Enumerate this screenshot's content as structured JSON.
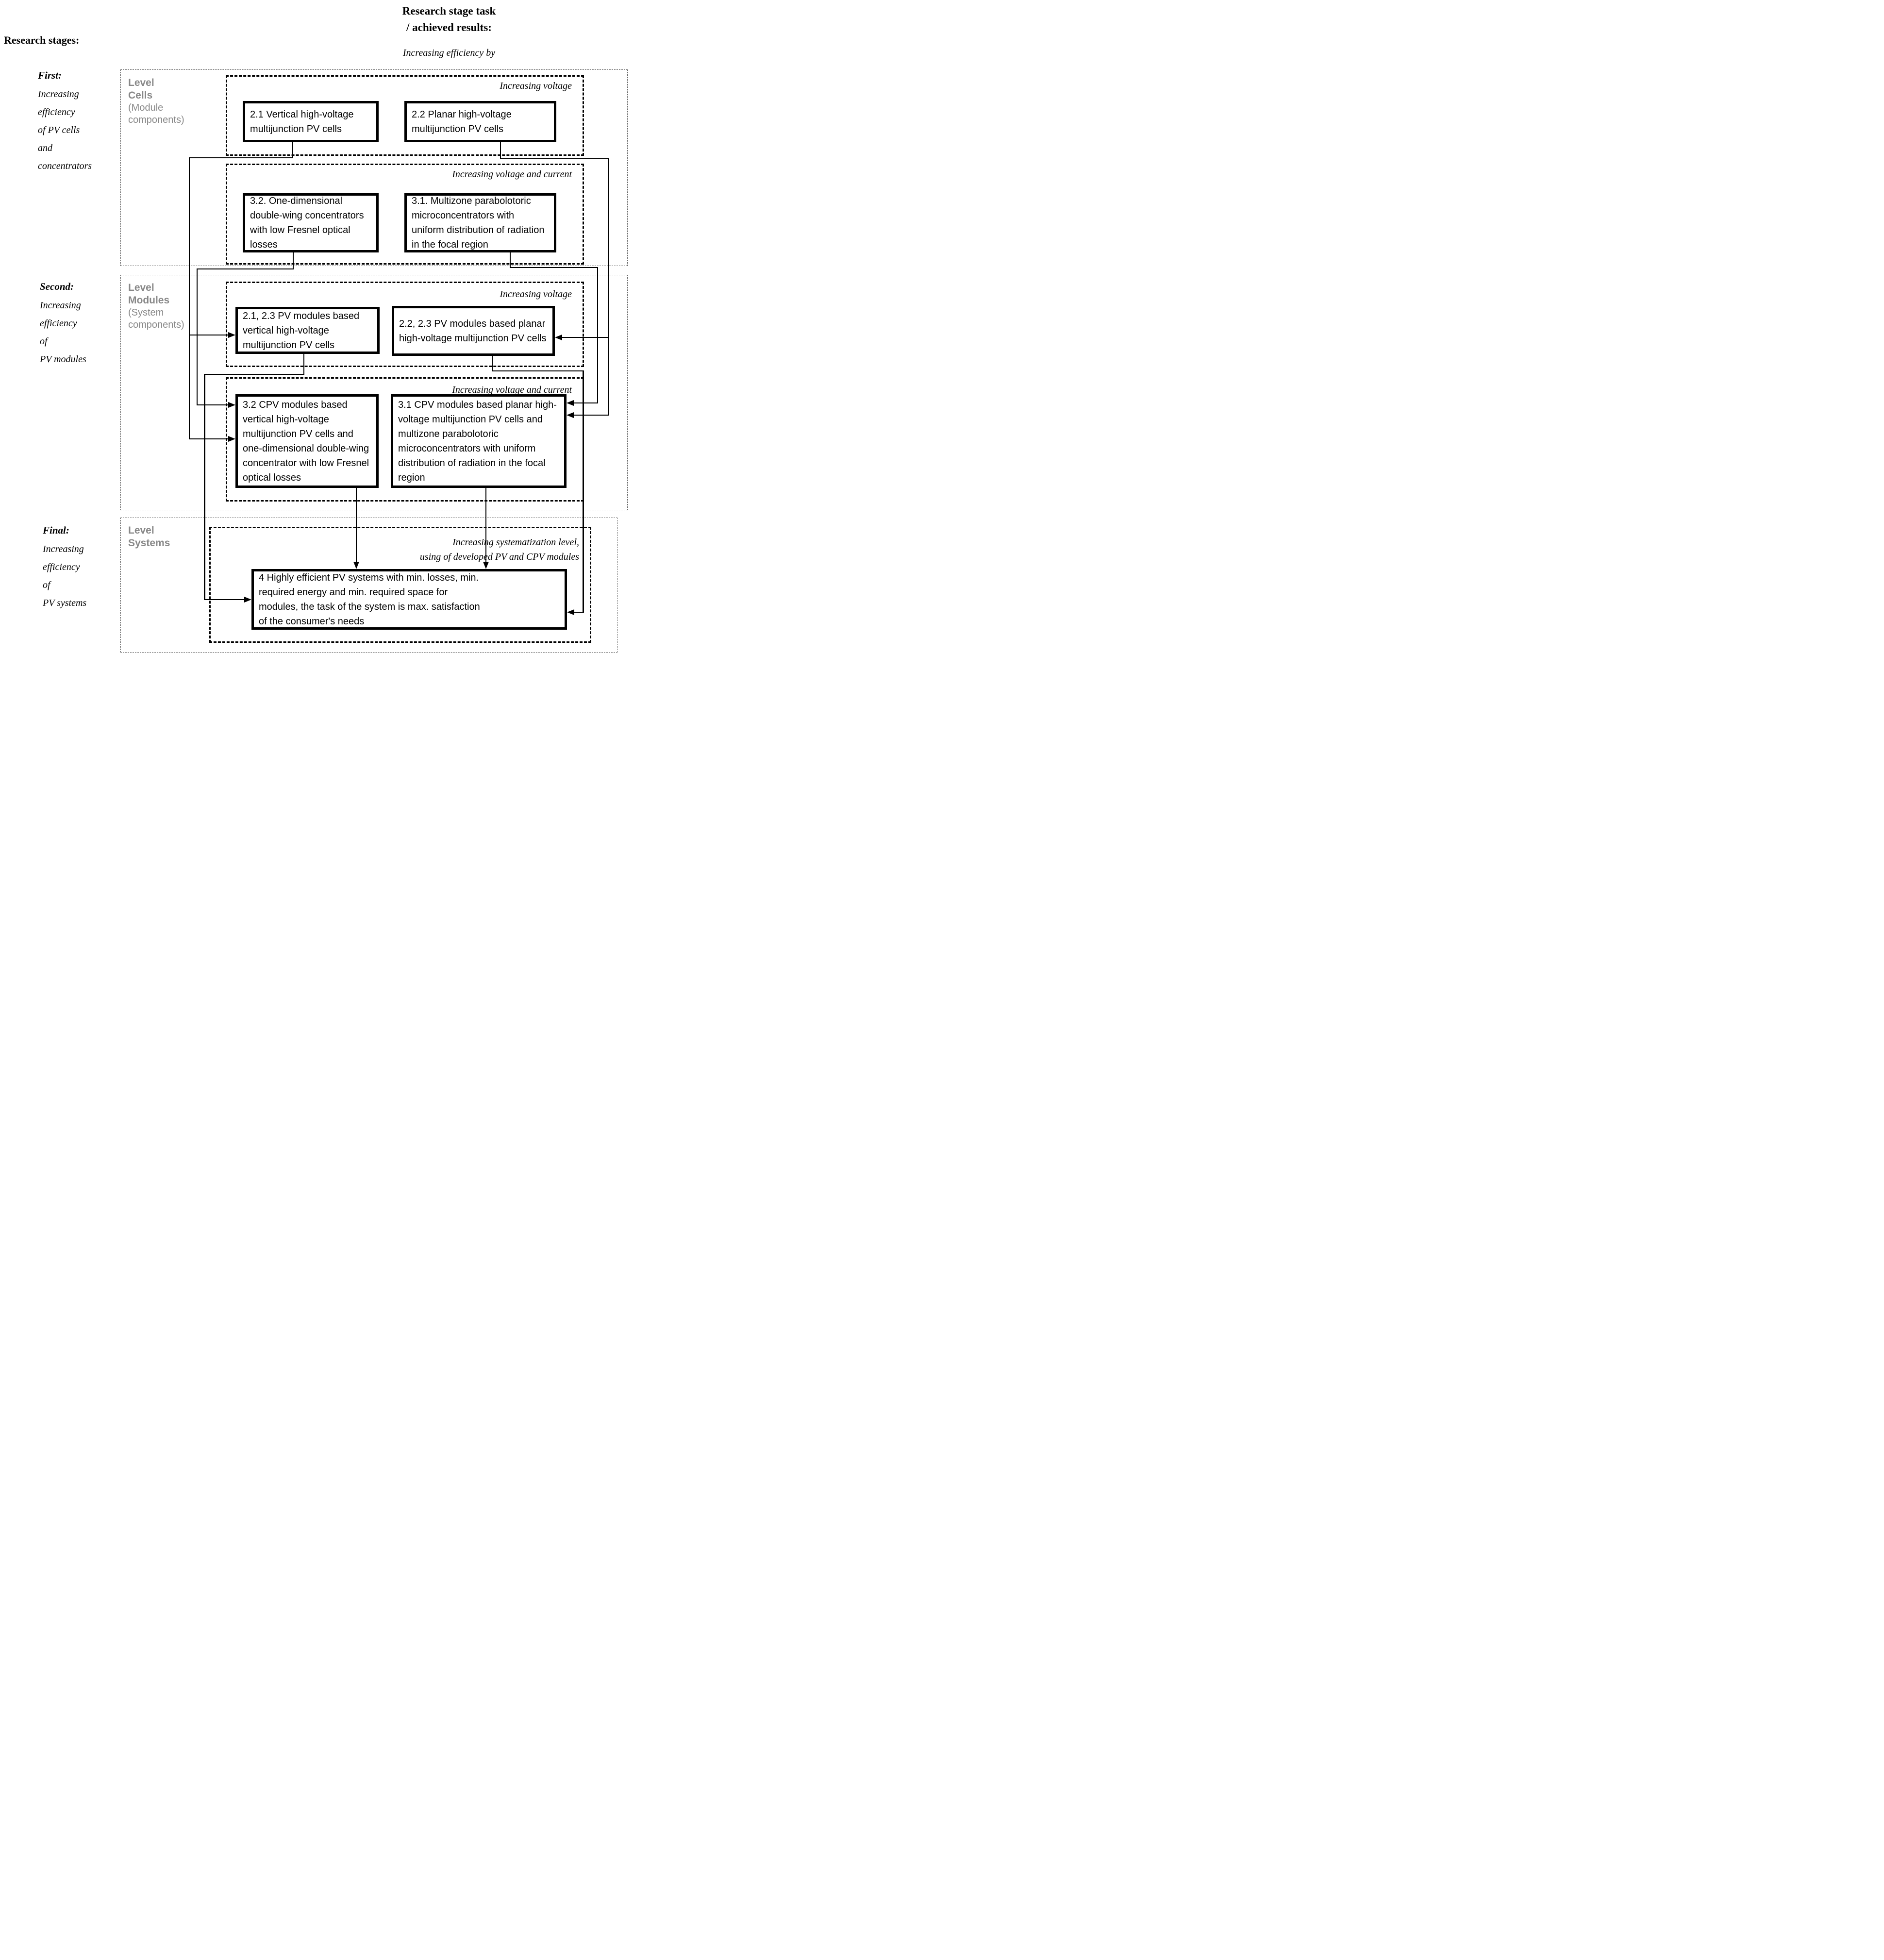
{
  "header": {
    "left_title": "Research stages:",
    "right_title_lines": [
      "Research stage task",
      "/ achieved results:"
    ],
    "right_subtitle": "Increasing efficiency by"
  },
  "stages": [
    {
      "name": "First:",
      "desc_lines": [
        "Increasing",
        "efficiency",
        "of PV cells",
        "and",
        "concentrators"
      ]
    },
    {
      "name": "Second:",
      "desc_lines": [
        "Increasing",
        "efficiency",
        "of",
        "PV modules"
      ]
    },
    {
      "name": "Final:",
      "desc_lines": [
        "Increasing",
        "efficiency",
        "of",
        "PV systems"
      ]
    }
  ],
  "levels": {
    "cells": {
      "label_bold": "Level Cells",
      "label_note": "(Module components)"
    },
    "modules": {
      "label_bold": "Level Modules",
      "label_note": "(System components)"
    },
    "systems": {
      "label_bold": "Level Systems",
      "label_note": ""
    }
  },
  "groups": {
    "cells_voltage": {
      "caption": "Increasing voltage"
    },
    "cells_current": {
      "caption": "Increasing voltage and current"
    },
    "modules_voltage": {
      "caption": "Increasing voltage"
    },
    "modules_current": {
      "caption": "Increasing voltage and current"
    },
    "systems": {
      "caption_lines": [
        "Increasing systematization level,",
        "using of developed PV and CPV modules"
      ]
    }
  },
  "boxes": {
    "cell_21": {
      "text": "2.1 Vertical high-voltage multijunction PV cells"
    },
    "cell_22": {
      "text": "2.2 Planar high-voltage multijunction PV cells"
    },
    "cell_32": {
      "text": "3.2. One-dimensional double-wing concentrators with low Fresnel optical losses"
    },
    "cell_31": {
      "text": "3.1. Multizone parabolotoric microconcentrators with uniform distribution of radiation in the focal region"
    },
    "module_21": {
      "text": "2.1, 2.3 PV modules based vertical high-voltage multijunction PV cells"
    },
    "module_22": {
      "text": "2.2, 2.3 PV modules based planar high-voltage multijunction PV cells"
    },
    "module_32": {
      "text": "3.2 CPV modules based vertical high-voltage multijunction PV cells and one-dimensional double-wing concentrator with low Fresnel optical losses"
    },
    "module_31": {
      "text": "3.1 CPV modules based planar high-voltage multijunction PV cells and multizone parabolotoric microconcentrators with uniform distribution of radiation in the focal region"
    },
    "system_4": {
      "text": "4 Highly efficient PV systems with min. losses, min. required energy and min. required space for modules, the task of the system is max. satisfaction of the consumer's needs"
    }
  },
  "colors": {
    "line": "#000000",
    "gray_label": "#888888",
    "background": "#ffffff"
  }
}
